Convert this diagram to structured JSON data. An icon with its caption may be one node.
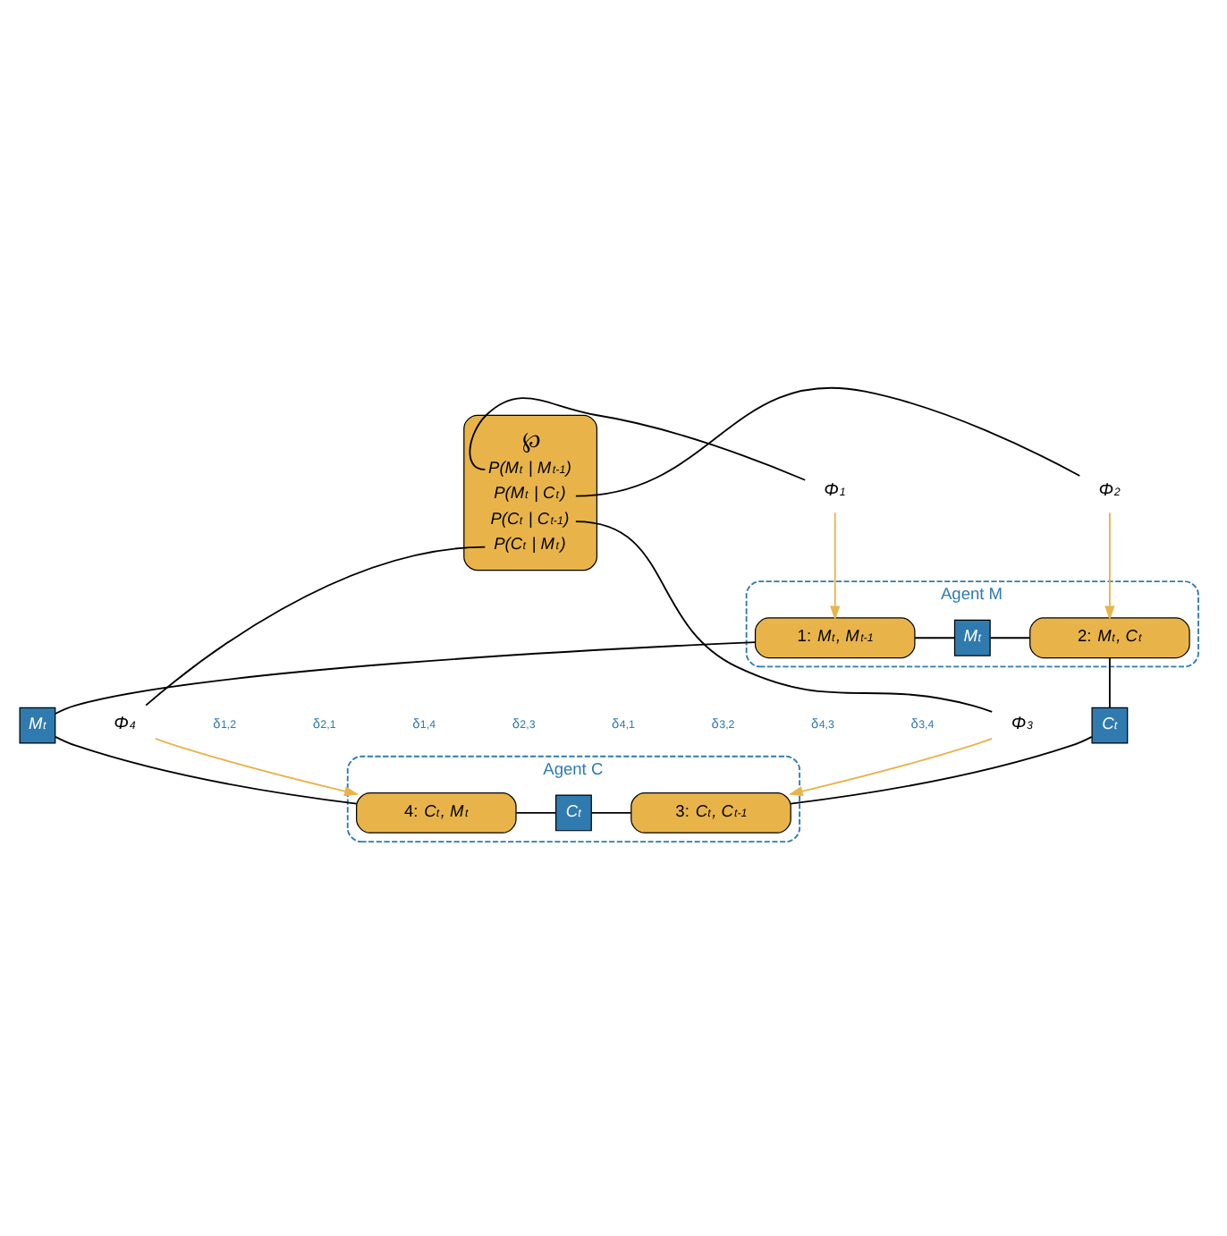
{
  "diagram": {
    "nodes": [
      {
        "text": [
          "℘",
          "P(M$_{t}$ | M$_{t-1}$)",
          "P(M$_{t}$ | C$_{t}$)",
          "P(C$_{t}$ | C$_{t-1}$)",
          "P(C$_{t}$ | M$_{t}$)"
        ]
      },
      {
        "text": [
          "Φ$_{1}$"
        ]
      },
      {
        "text": [
          "Φ$_{2}$"
        ]
      },
      {
        "text": [
          "Φ$_{3}$"
        ]
      },
      {
        "text": [
          "Φ$_{4}$"
        ]
      },
      {
        "text": [
          "Agent M"
        ]
      },
      {
        "text": [
          "1: *M$_{t}$, M$_{t-1}$*"
        ],
        "in": 5
      },
      {
        "text": [
          "M$_{t}$"
        ],
        "in": 5
      },
      {
        "text": [
          "2: *M$_{t}$, C$_{t}$*"
        ],
        "in": 5
      },
      {
        "text": [
          "M$_{t}$"
        ]
      },
      {
        "text": [
          "C$_{t}$"
        ]
      },
      {
        "text": [
          "Agent C"
        ]
      },
      {
        "text": [
          "4: *C$_{t}$, M$_{t}$*"
        ],
        "in": 11
      },
      {
        "text": [
          "C$_{t}$"
        ],
        "in": 11
      },
      {
        "text": [
          "3: *C$_{t}$, C$_{t-1}$*"
        ],
        "in": 11
      }
    ],
    "edges": [
      {
        "from": 1,
        "to": 0,
        "arrow": "none"
      },
      {
        "from": 0,
        "to": 2,
        "arrow": "none"
      },
      {
        "from": 0,
        "to": 3,
        "arrow": "none"
      },
      {
        "from": 4,
        "to": 0,
        "arrow": "none"
      },
      {
        "from": 1,
        "to": 6,
        "arrow": "to",
        "color": "#e8b44a"
      },
      {
        "from": 2,
        "to": 8,
        "arrow": "to",
        "color": "#e8b44a"
      },
      {
        "from": 3,
        "to": 14,
        "arrow": "to",
        "color": "#e8b44a"
      },
      {
        "from": 4,
        "to": 12,
        "arrow": "to",
        "color": "#e8b44a"
      },
      {
        "from": 6,
        "to": 7,
        "arrow": "none"
      },
      {
        "from": 7,
        "to": 8,
        "arrow": "none"
      },
      {
        "from": 6,
        "to": 9,
        "arrow": "none"
      },
      {
        "from": 9,
        "to": 12,
        "arrow": "none"
      },
      {
        "from": 8,
        "to": 10,
        "arrow": "none"
      },
      {
        "from": 10,
        "to": 14,
        "arrow": "none"
      },
      {
        "from": 12,
        "to": 13,
        "arrow": "none"
      },
      {
        "from": 13,
        "to": 14,
        "arrow": "none"
      }
    ],
    "labels": [
      "δ$_{1,2}$",
      "δ$_{2,1}$",
      "δ$_{1,4}$",
      "δ$_{2,3}$",
      "δ$_{4,1}$",
      "δ$_{3,2}$",
      "δ$_{4,3}$",
      "δ$_{3,4}$"
    ]
  }
}
